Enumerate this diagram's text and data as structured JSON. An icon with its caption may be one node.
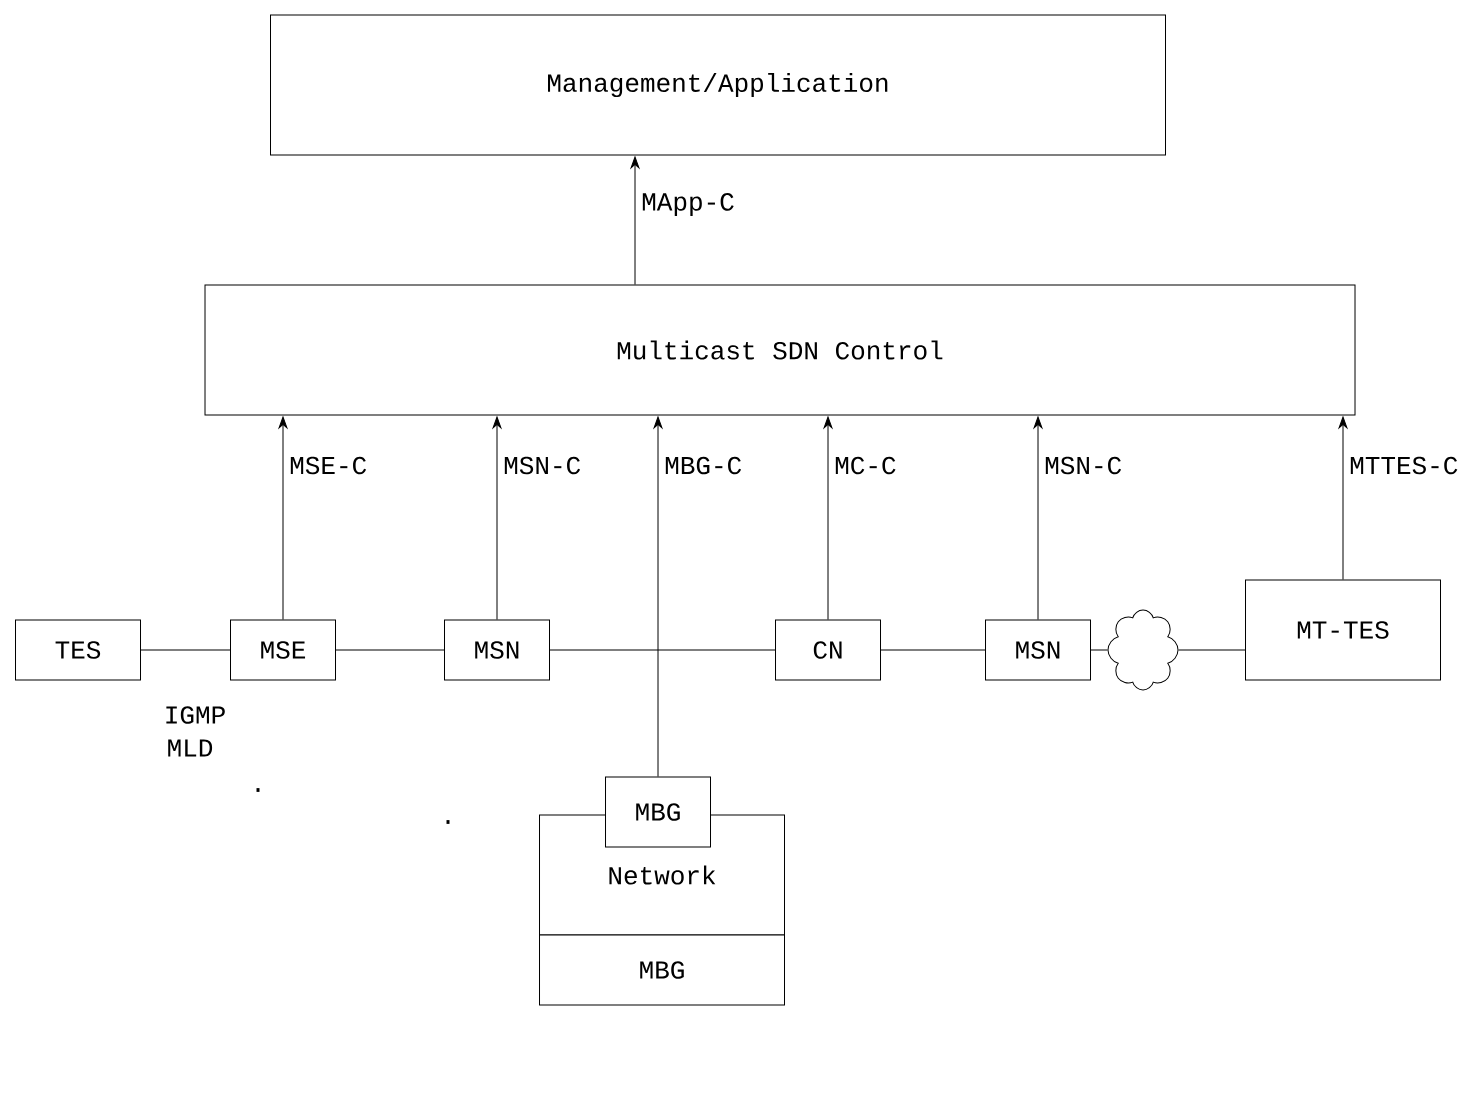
{
  "diagram": {
    "nodes": [
      {
        "text": [
          "Management/Application"
        ]
      },
      {
        "text": [
          "Multicast SDN Control"
        ]
      },
      {
        "text": [
          "TES"
        ]
      },
      {
        "text": [
          "MSE"
        ]
      },
      {
        "text": [
          "MSN"
        ]
      },
      {
        "text": [
          "CN"
        ]
      },
      {
        "text": [
          "MSN"
        ]
      },
      {
        "text": [],
        "shape": "cloud"
      },
      {
        "text": [
          "MT-TES"
        ]
      },
      {
        "text": [
          "MBG"
        ]
      },
      {
        "text": [
          "Network"
        ]
      },
      {
        "text": [
          "MBG"
        ]
      }
    ],
    "edges": [
      {
        "from": 1,
        "to": 0,
        "arrow": "to",
        "label": "MApp-C"
      },
      {
        "from": 3,
        "to": 1,
        "arrow": "to",
        "label": "MSE-C"
      },
      {
        "from": 4,
        "to": 1,
        "arrow": "to",
        "label": "MSN-C"
      },
      {
        "from": 9,
        "to": 1,
        "arrow": "to",
        "label": "MBG-C"
      },
      {
        "from": 5,
        "to": 1,
        "arrow": "to",
        "label": "MC-C"
      },
      {
        "from": 6,
        "to": 1,
        "arrow": "to",
        "label": "MSN-C"
      },
      {
        "from": 8,
        "to": 1,
        "arrow": "to",
        "label": "MTTES-C"
      },
      {
        "from": 2,
        "to": 3,
        "arrow": "none"
      },
      {
        "from": 3,
        "to": 4,
        "arrow": "none"
      },
      {
        "from": 4,
        "to": 5,
        "arrow": "none"
      },
      {
        "from": 5,
        "to": 6,
        "arrow": "none"
      },
      {
        "from": 6,
        "to": 7,
        "arrow": "none"
      },
      {
        "from": 7,
        "to": 8,
        "arrow": "none"
      }
    ],
    "labels": [
      "IGMP",
      "MLD",
      ".",
      "."
    ]
  }
}
